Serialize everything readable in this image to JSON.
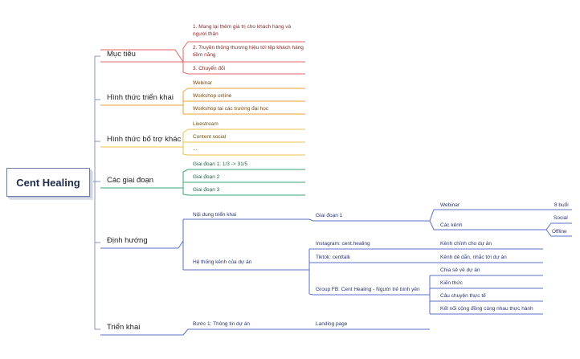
{
  "colors": {
    "red": "#e06666",
    "orange": "#e8a23a",
    "yellow": "#e8c24a",
    "green": "#3aa672",
    "blue": "#5b6fc8",
    "text": "#222222",
    "root_text": "#1e2a4a"
  },
  "root": "Cent Healing",
  "branches": {
    "muc_tieu": {
      "label": "Mục tiêu",
      "items": [
        "1. Mang lại thêm giá trị cho khách hàng và người thân",
        "2. Truyền thông thương hiệu tới tệp khách hàng tiềm năng",
        "3. Chuyển đổi"
      ]
    },
    "hinh_thuc": {
      "label": "Hình thức triển khai",
      "items": [
        "Webinar",
        "Workshop online",
        "Workshop tại các trường đại học"
      ]
    },
    "ho_tro": {
      "label": "Hình thức bổ trợ khác",
      "items": [
        "Livestream",
        "Content social",
        "..."
      ]
    },
    "giai_doan": {
      "label": "Các giai đoạn",
      "items": [
        "Giai đoạn 1: 1/3 -> 31/5",
        "Giai đoạn 2",
        "Giai đoạn 3"
      ]
    },
    "dinh_huong": {
      "label": "Định hướng",
      "noi_dung": {
        "label": "Nội dung triển khai",
        "stage": "Giai đoạn 1",
        "webinar": "Webinar",
        "webinar_note": "8 buổi",
        "channels": "Các kênh",
        "channel_items": [
          "Social",
          "Offline"
        ]
      },
      "he_thong": {
        "label": "Hệ thống kênh của dự án",
        "instagram": "Instagram: cent.healing",
        "instagram_note": "Kênh chính cho dự án",
        "tiktok": "Tiktok: centtalk",
        "tiktok_note": "Kênh dẻ dẫn, nhắc tới dự án",
        "group": "Group FB: Cent Healing - Người trẻ bình yên",
        "group_items": [
          "Chia sẻ về dự án",
          "Kiến thức",
          "Câu chuyện thực tế",
          "Kết nối cộng đồng cùng nhau thực hành"
        ]
      }
    },
    "trien_khai": {
      "label": "Triển khai",
      "step": "Bước 1: Thông tin dự án",
      "step_item": "Landing page"
    }
  }
}
